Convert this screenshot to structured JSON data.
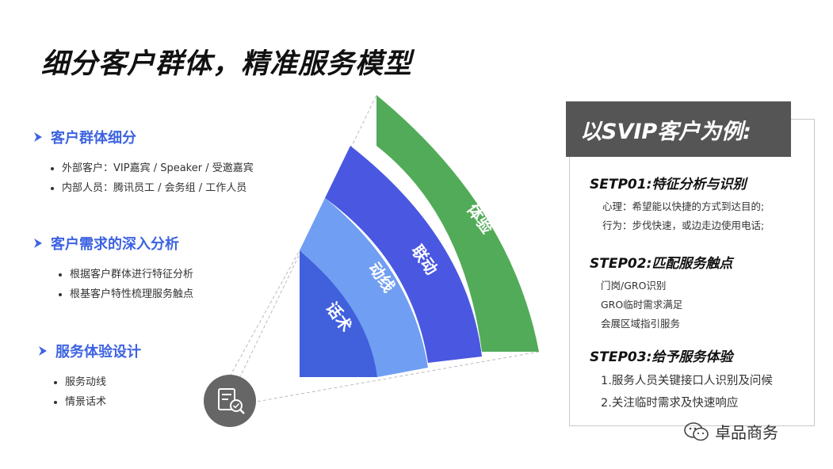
{
  "title": "细分客户群体，精准服务模型",
  "sections": [
    {
      "title": "客户群体细分",
      "items": [
        "外部客户：VIP嘉宾 / Speaker / 受邀嘉宾",
        "内部人员：腾讯员工 / 会务组 / 工作人员"
      ]
    },
    {
      "title": "客户需求的深入分析",
      "items": [
        "根据客户群体进行特征分析",
        "根基客户特性梳理服务触点"
      ]
    },
    {
      "title": "服务体验设计",
      "items": [
        "服务动线",
        "情景话术"
      ]
    }
  ],
  "fans": [
    {
      "label": "话术",
      "color": "#4060dc"
    },
    {
      "label": "动线",
      "color": "#6f9ef2"
    },
    {
      "label": "联动",
      "color": "#4a57e0"
    },
    {
      "label": "体验",
      "color": "#52ab58"
    }
  ],
  "panel": {
    "header": "以SVIP客户为例:",
    "steps": [
      {
        "title": "SETP01:特征分析与识别",
        "lines": [
          "心理：希望能以快捷的方式到达目的;",
          "行为：步伐快速，或边走边使用电话;"
        ]
      },
      {
        "title": "STEP02:匹配服务触点",
        "lines": [
          "门岗/GRO识别",
          "GRO临时需求满足",
          "会展区域指引服务"
        ]
      },
      {
        "title": "STEP03:给予服务体验",
        "lines": [
          "1.服务人员关键接口人识别及问候",
          "2.关注临时需求及快速响应"
        ]
      }
    ]
  },
  "watermark": "卓品商务",
  "colors": {
    "accent_blue": "#3d63e0",
    "panel_header": "#555555",
    "icon_circle": "#666666"
  }
}
